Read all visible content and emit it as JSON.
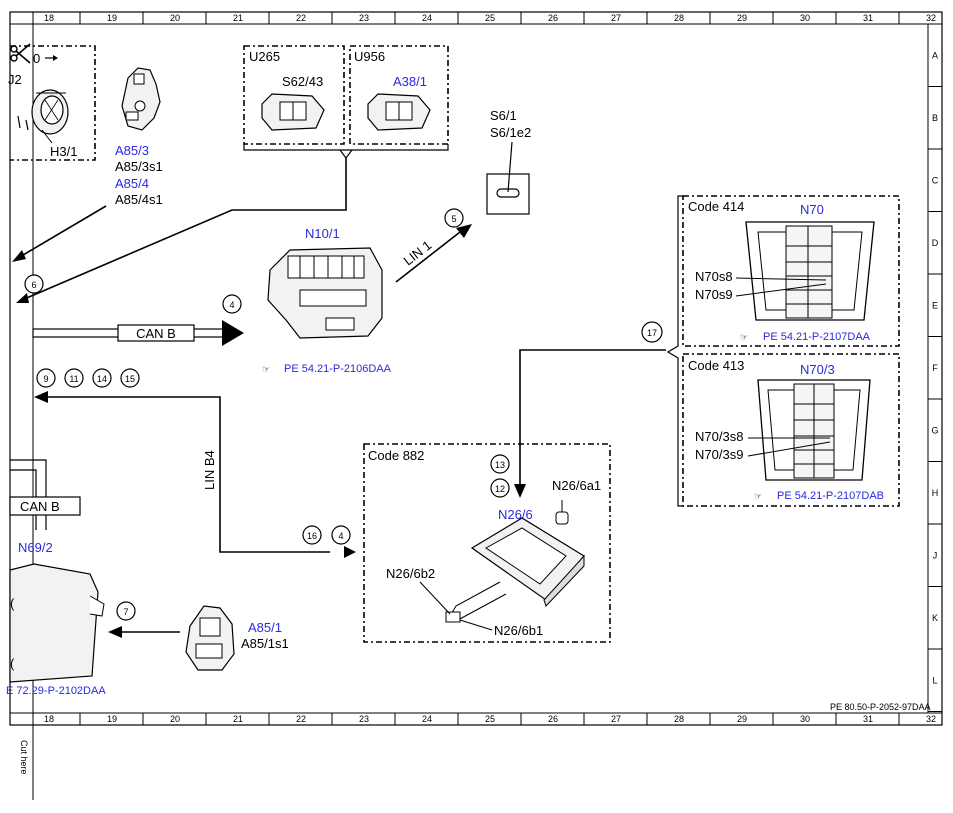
{
  "grid": {
    "columns": [
      "18",
      "19",
      "20",
      "21",
      "22",
      "23",
      "24",
      "25",
      "26",
      "27",
      "28",
      "29",
      "30",
      "31",
      "32"
    ],
    "rows": [
      "A",
      "B",
      "C",
      "D",
      "E",
      "F",
      "G",
      "H",
      "J",
      "K",
      "L"
    ]
  },
  "labels": {
    "scissors_num": "0",
    "j2": "J2",
    "h3_1": "H3/1",
    "a85_3": "A85/3",
    "a85_3s1": "A85/3s1",
    "a85_4": "A85/4",
    "a85_4s1": "A85/4s1",
    "u265": "U265",
    "s62_43": "S62/43",
    "u956": "U956",
    "a38_1": "A38/1",
    "s6_1": "S6/1",
    "s6_1e2": "S6/1e2",
    "n10_1": "N10/1",
    "lin1": "LIN 1",
    "can_b_top": "CAN B",
    "ref_n10": "PE 54.21-P-2106DAA",
    "code414": "Code 414",
    "n70": "N70",
    "n70s8": "N70s8",
    "n70s9": "N70s9",
    "ref_n70": "PE 54.21-P-2107DAA",
    "code413": "Code 413",
    "n70_3": "N70/3",
    "n70_3s8": "N70/3s8",
    "n70_3s9": "N70/3s9",
    "ref_n70_3": "PE 54.21-P-2107DAB",
    "lin_b4": "LIN B4",
    "can_b_left": "CAN B",
    "n69_2": "N69/2",
    "ref_n69": "E 72.29-P-2102DAA",
    "code882": "Code 882",
    "n26_6": "N26/6",
    "n26_6a1": "N26/6a1",
    "n26_6b2": "N26/6b2",
    "n26_6b1": "N26/6b1",
    "a85_1": "A85/1",
    "a85_1s1": "A85/1s1",
    "doc_ref": "PE 80.50-P-2052-97DAA",
    "cut_here": "Cut here"
  },
  "markers": {
    "m6": "6",
    "m4a": "4",
    "m5": "5",
    "m17": "17",
    "m9": "9",
    "m11": "11",
    "m14": "14",
    "m15": "15",
    "m13": "13",
    "m12": "12",
    "m16": "16",
    "m4b": "4",
    "m7": "7"
  },
  "colors": {
    "reference_blue": "#2a2ae0",
    "line": "#000000"
  }
}
